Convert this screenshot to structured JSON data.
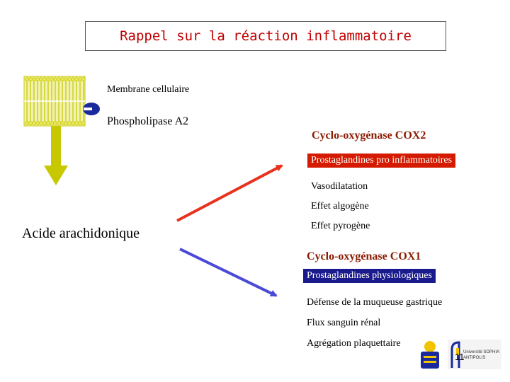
{
  "title": "Rappel sur la réaction inflammatoire",
  "labels": {
    "membrane": "Membrane cellulaire",
    "phospholipase": "Phospholipase A2",
    "acide": "Acide arachidonique"
  },
  "cox2": {
    "title": "Cyclo-oxygénase COX2",
    "box": "Prostaglandines pro inflammatoires",
    "effects": [
      "Vasodilatation",
      "Effet algogène",
      "Effet pyrogène"
    ]
  },
  "cox1": {
    "title": "Cyclo-oxygénase COX1",
    "box": "Prostaglandines physiologiques",
    "effects": [
      "Défense de la muqueuse gastrique",
      "Flux sanguin rénal",
      "Agrégation plaquettaire"
    ]
  },
  "footer": {
    "logo_text": "Université SOPHIA ANTIPOLIS",
    "page_number": "11"
  },
  "colors": {
    "title": "#c00000",
    "cox2_arrow": "#e8321e",
    "cox1_arrow": "#4a4ad6",
    "down_arrow": "#c8c800",
    "membrane": "#e8e860"
  }
}
